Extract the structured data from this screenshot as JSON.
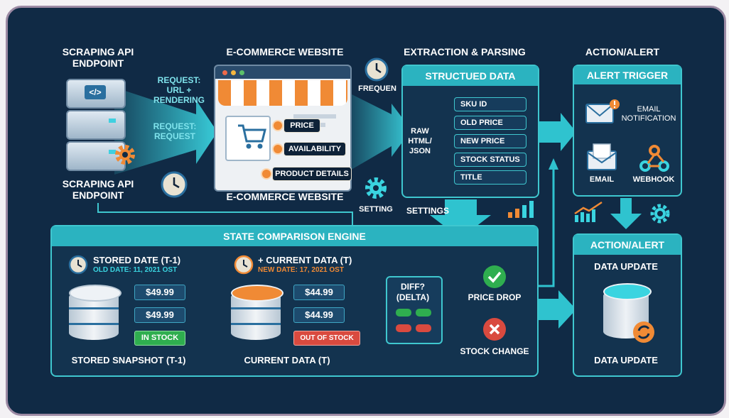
{
  "endpoint": {
    "title_top": "SCRAPING API ENDPOINT",
    "title_bottom": "SCRAPING API ENDPOINT",
    "code_glyph": "</>"
  },
  "request": {
    "label1": "REQUEST: URL + RENDERING",
    "label2": "REQUEST: REQUEST"
  },
  "ecommerce": {
    "title_top": "E-COMMERCE WEBSITE",
    "title_bottom": "E-COMMERCE WEBSITE",
    "tags": [
      "PRICE",
      "AVAILABILITY",
      "PRODUCT DETAILS"
    ]
  },
  "extraction": {
    "title": "EXTRACTION & PARSING",
    "frequency": "FREQUEN",
    "raw": "RAW HTML/ JSON",
    "setting": "SETTING",
    "settings": "SETTINGS",
    "structured_title": "STRUCTUED DATA",
    "fields": [
      "SKU ID",
      "OLD PRICE",
      "NEW PRICE",
      "STOCK STATUS",
      "TITLE"
    ]
  },
  "action": {
    "title": "ACTION/ALERT",
    "alert_trigger": "ALERT TRIGGER",
    "email_notification": "EMAIL NOTIFICATION",
    "email": "EMAIL",
    "webhook": "WEBHOOK",
    "panel2_title": "ACTION/ALERT",
    "data_update_top": "DATA UPDATE",
    "data_update_bottom": "DATA UPDATE"
  },
  "engine": {
    "title": "STATE COMPARISON ENGINE",
    "stored_title": "STORED DATE (T-1)",
    "stored_sub": "OLD DATE: 11, 2021 OST",
    "stored_prices": [
      "$49.99",
      "$49.99"
    ],
    "stored_badge": "IN STOCK",
    "stored_label": "STORED SNAPSHOT (T-1)",
    "current_title": "+ CURRENT DATA (T)",
    "current_sub": "NEW DATE: 17, 2021 OST",
    "current_prices": [
      "$44.99",
      "$44.99"
    ],
    "current_badge": "OUT OF STOCK",
    "current_label": "CURRENT DATA (T)",
    "diff_title": "DIFF? (DELTA)",
    "price_drop": "PRICE DROP",
    "stock_change": "STOCK CHANGE"
  },
  "colors": {
    "background": "#102a45",
    "teal": "#2bb3c0",
    "accent_orange": "#f08a35",
    "green": "#2fae4f",
    "red": "#d94a3f"
  }
}
